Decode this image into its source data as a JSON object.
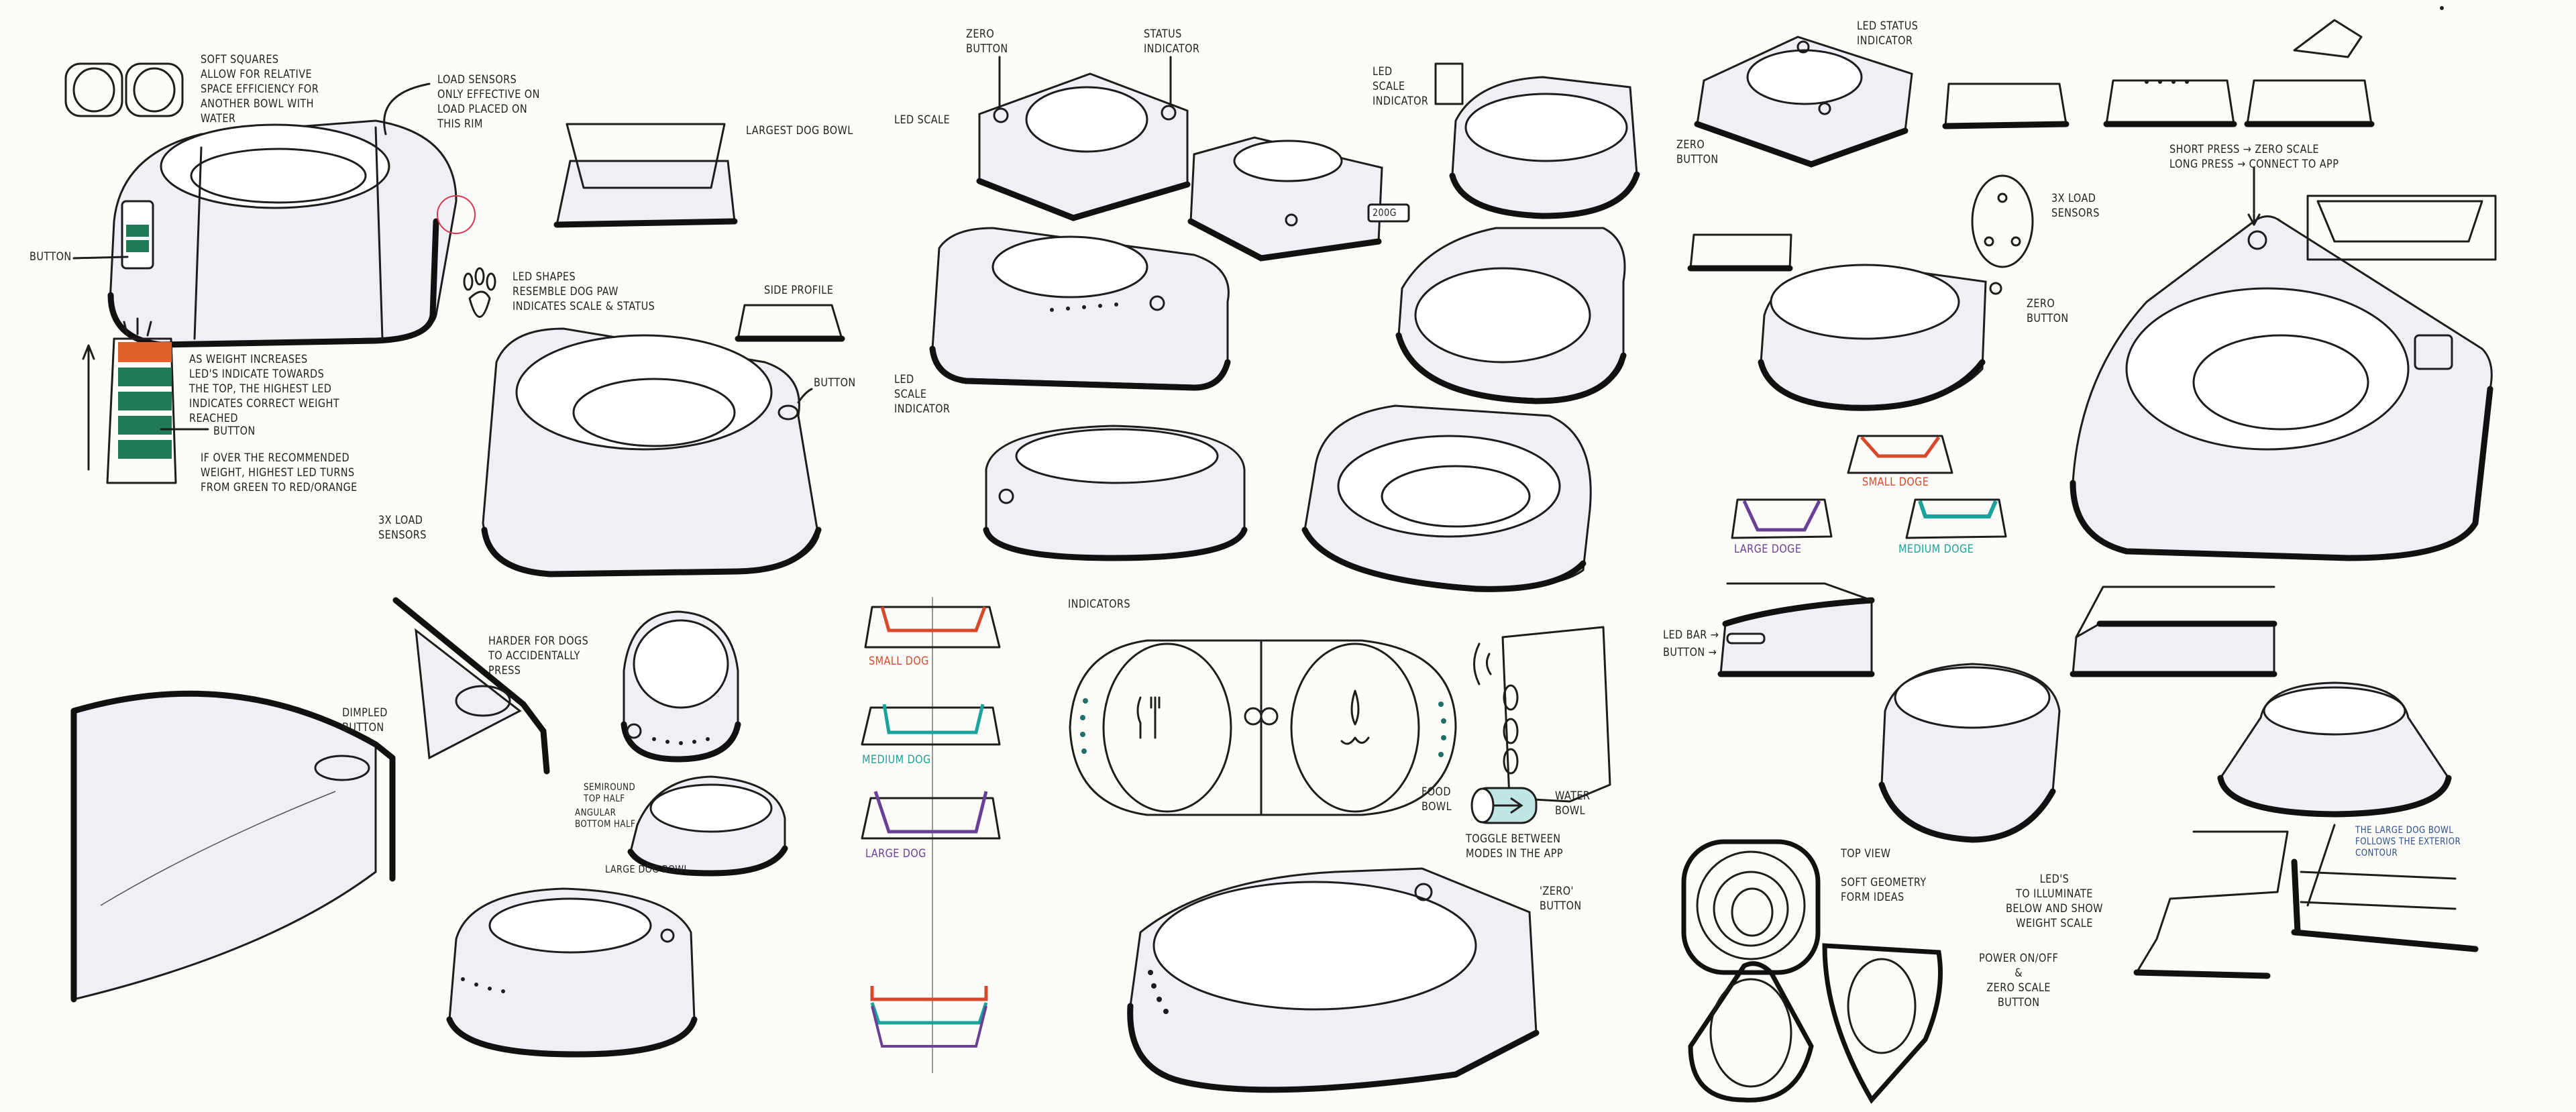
{
  "colors": {
    "paper": "#fdfcf8",
    "ink": "#1d1d1d",
    "led_green": "#1f7a55",
    "led_orange": "#e0612a",
    "small": "#d8482a",
    "medium": "#1aa39a",
    "large": "#6a3f96",
    "note_blue": "#2a4f8a",
    "toggle": "#bfe6e2"
  },
  "notes": {
    "soft_squares": [
      "Soft squares",
      "allow for relative",
      "space efficiency for",
      "another bowl with",
      "water"
    ],
    "load_sensors": [
      "Load sensors",
      "only effective on",
      "load placed on",
      "this rim"
    ],
    "button_left": "Button",
    "largest_dog_bowl": "Largest dog bowl",
    "led_shapes": [
      "LED shapes",
      "resemble dog paw",
      "indicates scale & status"
    ],
    "side_profile": "Side profile",
    "button_right": "Button",
    "weight_increase": [
      "As weight increases",
      "LED's indicate towards",
      "the top, the highest LED",
      "indicates correct weight",
      "reached"
    ],
    "button_mid": "Button",
    "over_weight": [
      "If over the recommended",
      "weight, highest LED turns",
      "from green to red/orange"
    ],
    "load_sensors_3x_left": [
      "3x load",
      "sensors"
    ],
    "zero_button_top": [
      "Zero",
      "button"
    ],
    "status_indicator": [
      "Status",
      "indicator"
    ],
    "led_scale": "LED scale",
    "led_scale_indicator_top": [
      "LED",
      "scale",
      "indicator"
    ],
    "display_reading": "200g",
    "led_scale_indicator_bottom": [
      "LED",
      "scale",
      "indicator"
    ],
    "led_status_indicator": [
      "LED status",
      "indicator"
    ],
    "zero_button_right": [
      "Zero",
      "button"
    ],
    "press_modes": [
      "Short press → zero scale",
      "Long press → connect to app"
    ],
    "load_sensors_3x_right": [
      "3x load",
      "sensors"
    ],
    "zero_button_right2": [
      "Zero",
      "button"
    ],
    "small_doge": "Small doge",
    "large_doge": "Large doge",
    "medium_doge": "Medium doge",
    "led_bar": "LED bar →",
    "button_bar": "Button →",
    "harder_to_press": [
      "Harder for dogs",
      "to accidentally",
      "press"
    ],
    "dimpled_button": [
      "Dimpled",
      "button"
    ],
    "semiround": [
      "Semiround",
      "top half"
    ],
    "angular": [
      "Angular",
      "bottom half"
    ],
    "large_dog_bowl": "Large dog bowl",
    "small_dog": "Small dog",
    "medium_dog": "Medium dog",
    "large_dog": "Large dog",
    "indicators": "Indicators",
    "food_bowl": [
      "Food",
      "bowl"
    ],
    "water_bowl": [
      "Water",
      "bowl"
    ],
    "toggle_modes": [
      "Toggle between",
      "modes in the app"
    ],
    "zero_quote_button": [
      "'Zero'",
      "button"
    ],
    "top_view": "Top view",
    "soft_geometry": [
      "Soft geometry",
      "form ideas"
    ],
    "leds_illuminate": [
      "LED's",
      "to illuminate",
      "below and show",
      "weight scale"
    ],
    "power_button": [
      "Power on/off",
      "&",
      "zero scale",
      "button"
    ],
    "large_bowl_contour": [
      "The large dog bowl",
      "follows the exterior",
      "contour"
    ]
  }
}
